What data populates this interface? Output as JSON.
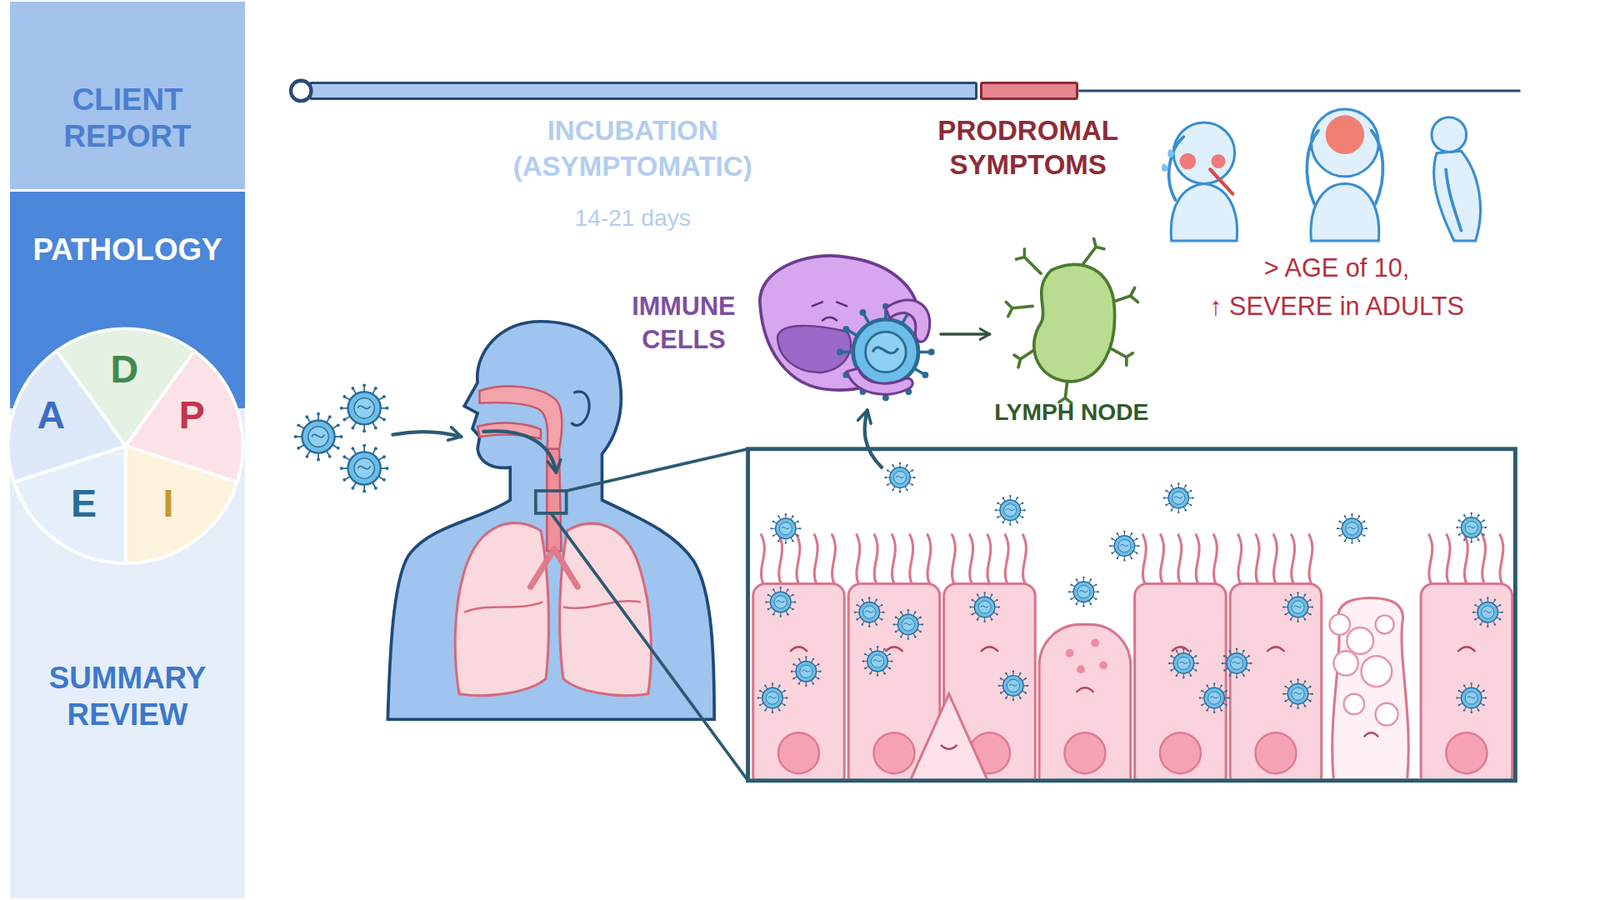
{
  "diagram": {
    "nodes": [
      {
        "text": [
          "CLIENT REPORT"
        ]
      },
      {
        "text": [
          "PATHOLOGY"
        ]
      },
      {
        "text": [
          "SUMMARY REVIEW"
        ]
      },
      {
        "text": [
          "INCUBATION (ASYMPTOMATIC)",
          "14-21 days"
        ]
      },
      {
        "text": [
          "PRODROMAL SYMPTOMS"
        ]
      },
      {
        "text": [
          "IMMUNE CELLS"
        ]
      },
      {
        "text": [
          "LYMPH NODE"
        ]
      }
    ],
    "edges": [
      {
        "from": 5,
        "to": 6,
        "arrow": "to"
      }
    ],
    "labels": [
      "D",
      "A",
      "P",
      "E",
      "I",
      "> AGE of 10,",
      "↑ SEVERE in ADULTS"
    ]
  }
}
